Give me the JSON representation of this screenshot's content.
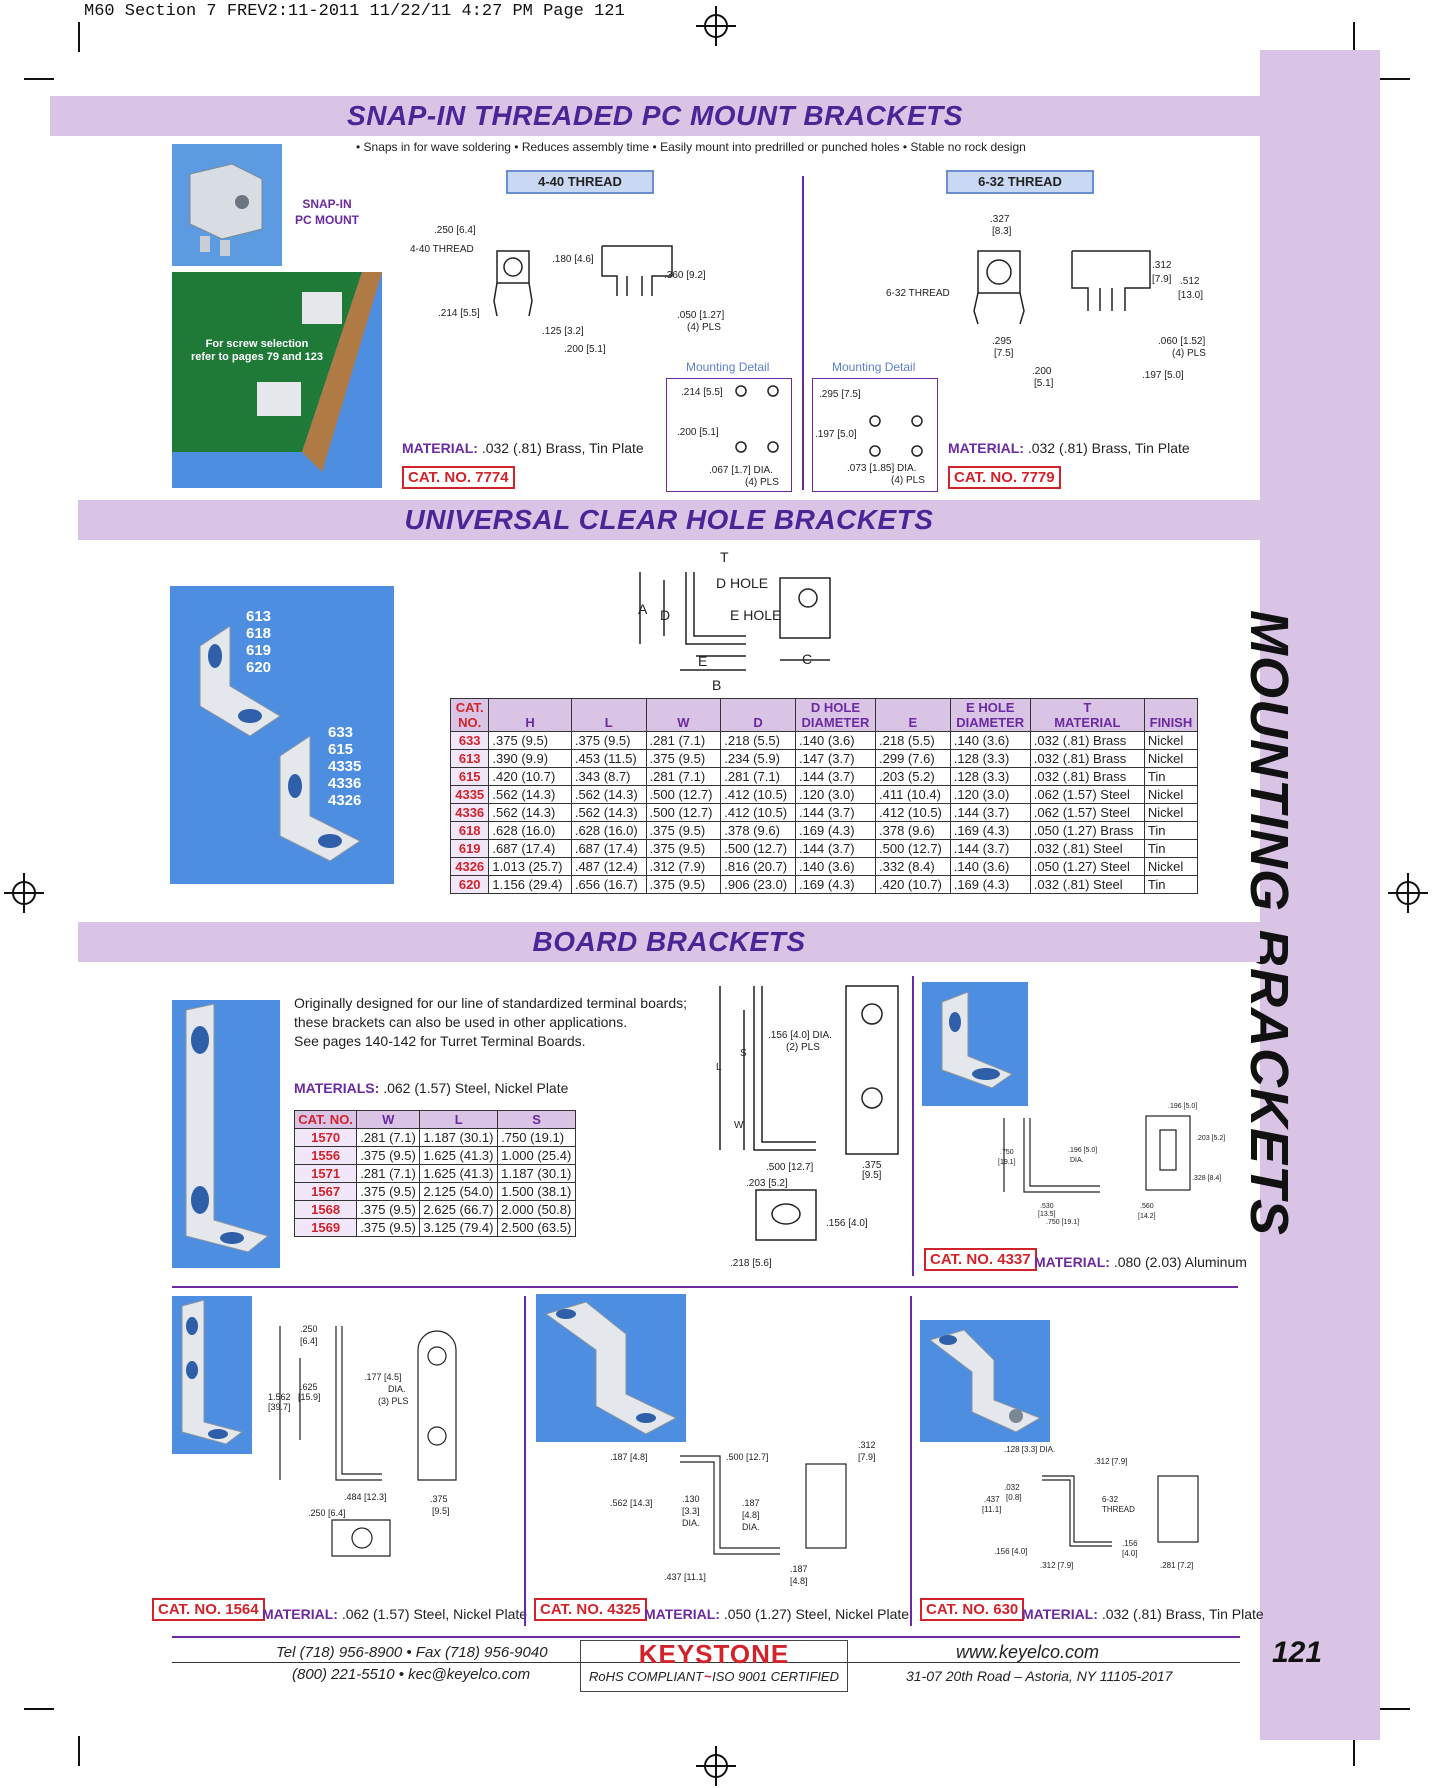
{
  "print_line": "M60 Section 7 FREV2:11-2011  11/22/11  4:27 PM  Page 121",
  "side_title": "MOUNTING BRACKETS",
  "page_number": "121",
  "section1": {
    "title": "SNAP-IN THREADED PC MOUNT BRACKETS",
    "features": "• Snaps in for wave soldering • Reduces assembly time • Easily mount into predrilled or punched holes • Stable no rock design",
    "photo_label": "SNAP-IN\nPC MOUNT",
    "photo2_label": "For screw selection\nrefer to pages 79 and 123",
    "left": {
      "thread": "4-40 THREAD",
      "dims": {
        "a": ".250 [6.4]",
        "b": "4-40 THREAD",
        "c": ".180 [4.6]",
        "d": ".360 [9.2]",
        "e": ".214 [5.5]",
        "f": ".050 [1.27]",
        "g": "(4) PLS",
        "h": ".125 [3.2]",
        "i": ".200 [5.1]"
      },
      "mounting_title": "Mounting Detail",
      "mount": {
        "a": ".214 [5.5]",
        "b": ".200 [5.1]",
        "c": ".067 [1.7] DIA.",
        "d": "(4) PLS"
      },
      "material_label": "MATERIAL:",
      "material": ".032 (.81) Brass, Tin Plate",
      "cat": "CAT. NO. 7774"
    },
    "right": {
      "thread": "6-32 THREAD",
      "dims": {
        "a": ".327",
        "b": "[8.3]",
        "c": "6-32 THREAD",
        "d": ".312",
        "e": "[7.9]",
        "f": ".512",
        "g": "[13.0]",
        "h": ".295",
        "i": "[7.5]",
        "j": ".060 [1.52]",
        "k": "(4) PLS",
        "l": ".200",
        "m": "[5.1]",
        "n": ".197 [5.0]"
      },
      "mounting_title": "Mounting Detail",
      "mount": {
        "a": ".295 [7.5]",
        "b": ".197 [5.0]",
        "c": ".073 [1.85] DIA.",
        "d": "(4) PLS"
      },
      "material_label": "MATERIAL:",
      "material": ".032 (.81) Brass, Tin Plate",
      "cat": "CAT. NO. 7779"
    }
  },
  "section2": {
    "title": "UNIVERSAL CLEAR HOLE BRACKETS",
    "photo_labels_a": "613\n618\n619\n620",
    "photo_labels_b": "633\n615\n4335\n4336\n4326",
    "diagram": {
      "t": "T",
      "d_hole": "D HOLE",
      "a": "A",
      "d": "D",
      "e_hole": "E HOLE",
      "e": "E",
      "b": "B",
      "c": "C"
    },
    "headers": [
      "CAT.\nNO.",
      "H",
      "L",
      "W",
      "D",
      "D HOLE\nDIAMETER",
      "E",
      "E HOLE\nDIAMETER",
      "T\nMATERIAL",
      "FINISH"
    ],
    "rows": [
      [
        "633",
        ".375  (9.5)",
        ".375  (9.5)",
        ".281  (7.1)",
        ".218  (5.5)",
        ".140  (3.6)",
        ".218  (5.5)",
        ".140  (3.6)",
        ".032  (.81)     Brass",
        "Nickel"
      ],
      [
        "613",
        ".390  (9.9)",
        ".453  (11.5)",
        ".375  (9.5)",
        ".234  (5.9)",
        ".147  (3.7)",
        ".299  (7.6)",
        ".128  (3.3)",
        ".032  (.81)     Brass",
        "Nickel"
      ],
      [
        "615",
        ".420  (10.7)",
        ".343  (8.7)",
        ".281  (7.1)",
        ".281  (7.1)",
        ".144  (3.7)",
        ".203  (5.2)",
        ".128  (3.3)",
        ".032  (.81)     Brass",
        "Tin"
      ],
      [
        "4335",
        ".562  (14.3)",
        ".562  (14.3)",
        ".500  (12.7)",
        ".412  (10.5)",
        ".120  (3.0)",
        ".411  (10.4)",
        ".120  (3.0)",
        ".062  (1.57)  Steel",
        "Nickel"
      ],
      [
        "4336",
        ".562  (14.3)",
        ".562  (14.3)",
        ".500  (12.7)",
        ".412  (10.5)",
        ".144  (3.7)",
        ".412  (10.5)",
        ".144  (3.7)",
        ".062  (1.57)  Steel",
        "Nickel"
      ],
      [
        "618",
        ".628  (16.0)",
        ".628  (16.0)",
        ".375  (9.5)",
        ".378  (9.6)",
        ".169  (4.3)",
        ".378  (9.6)",
        ".169  (4.3)",
        ".050  (1.27)  Brass",
        "Tin"
      ],
      [
        "619",
        ".687  (17.4)",
        ".687  (17.4)",
        ".375  (9.5)",
        ".500  (12.7)",
        ".144  (3.7)",
        ".500  (12.7)",
        ".144  (3.7)",
        ".032  (.81)     Steel",
        "Tin"
      ],
      [
        "4326",
        "1.013  (25.7)",
        ".487  (12.4)",
        ".312  (7.9)",
        ".816  (20.7)",
        ".140  (3.6)",
        ".332  (8.4)",
        ".140  (3.6)",
        ".050  (1.27)  Steel",
        "Nickel"
      ],
      [
        "620",
        "1.156  (29.4)",
        ".656  (16.7)",
        ".375  (9.5)",
        ".906  (23.0)",
        ".169  (4.3)",
        ".420  (10.7)",
        ".169  (4.3)",
        ".032  (.81)     Steel",
        "Tin"
      ]
    ]
  },
  "section3": {
    "title": "BOARD BRACKETS",
    "intro": "Originally designed for our line of standardized terminal boards;\nthese brackets can also be used in other applications.\nSee pages 140-142 for Turret Terminal Boards.",
    "materials_label": "MATERIALS:",
    "materials": ".062 (1.57) Steel, Nickel Plate",
    "headers": [
      "CAT. NO.",
      "W",
      "L",
      "S"
    ],
    "rows": [
      [
        "1570",
        ".281  (7.1)",
        "1.187  (30.1)",
        ".750  (19.1)"
      ],
      [
        "1556",
        ".375  (9.5)",
        "1.625  (41.3)",
        "1.000  (25.4)"
      ],
      [
        "1571",
        ".281  (7.1)",
        "1.625  (41.3)",
        "1.187  (30.1)"
      ],
      [
        "1567",
        ".375  (9.5)",
        "2.125  (54.0)",
        "1.500  (38.1)"
      ],
      [
        "1568",
        ".375  (9.5)",
        "2.625  (66.7)",
        "2.000  (50.8)"
      ],
      [
        "1569",
        ".375  (9.5)",
        "3.125  (79.4)",
        "2.500  (63.5)"
      ]
    ],
    "diag": {
      "s": "S",
      "l": "L",
      "w": "W",
      "hole": ".156 [4.0] DIA.",
      "hole2": "(2) PLS",
      "a": ".500 [12.7]",
      "b": ".375",
      "c": "[9.5]",
      "d": ".203 [5.2]",
      "e": ".156 [4.0]",
      "f": ".218 [5.6]"
    },
    "b4337": {
      "a": ".750",
      "b": "[19.1]",
      "c": ".196 [5.0]",
      "d": "DIA.",
      "e": ".530",
      "f": "[13.5]",
      "g": ".750 [19.1]",
      "h": ".196 [5.0]",
      "i": ".203 [5.2]",
      "j": ".328 [8.4]",
      "k": ".560",
      "l": "[14.2]"
    },
    "cat4337": "CAT. NO. 4337",
    "mat4337_label": "MATERIAL:",
    "mat4337": ".080 (2.03) Aluminum"
  },
  "section4": {
    "b1564": {
      "a": ".250",
      "b": "[6.4]",
      "c": ".625",
      "d": "[15.9]",
      "e": "1.562",
      "f": "[39.7]",
      "g": ".177 [4.5]",
      "h": "DIA.",
      "i": "(3) PLS",
      "j": ".484 [12.3]",
      "k": ".375",
      "l": "[9.5]",
      "m": ".250 [6.4]"
    },
    "cat1564": "CAT. NO. 1564",
    "mat1564_label": "MATERIAL:",
    "mat1564": ".062 (1.57) Steel, Nickel Plate",
    "b4325": {
      "a": ".187 [4.8]",
      "b": ".500 [12.7]",
      "c": ".312",
      "d": "[7.9]",
      "e": ".562 [14.3]",
      "f": ".130",
      "g": "[3.3]",
      "h": "DIA.",
      "i": ".187",
      "j": "[4.8]",
      "k": "DIA.",
      "l": ".187",
      "m": "[4.8]",
      "n": ".437 [11.1]"
    },
    "cat4325": "CAT. NO. 4325",
    "mat4325_label": "MATERIAL:",
    "mat4325": ".050 (1.27) Steel, Nickel Plate",
    "b630": {
      "a": ".128 [3.3] DIA.",
      "b": ".312 [7.9]",
      "c": ".032",
      "d": "[0.8]",
      "e": ".437",
      "f": "[11.1]",
      "g": "6-32",
      "h": "THREAD",
      "i": ".156",
      "j": "[4.0]",
      "k": ".156 [4.0]",
      "l": ".312 [7.9]",
      "m": ".281 [7.2]"
    },
    "cat630": "CAT. NO. 630",
    "mat630_label": "MATERIAL:",
    "mat630": ".032 (.81) Brass, Tin Plate"
  },
  "footer": {
    "tel": "Tel (718) 956-8900  •  Fax (718) 956-9040",
    "phone2": "(800) 221-5510  •  kec@keyelco.com",
    "logo": "KEYSTONE",
    "rohs": "RoHS COMPLIANT",
    "iso": "ISO 9001 CERTIFIED",
    "web": "www.keyelco.com",
    "address": "31-07 20th Road – Astoria, NY  11105-2017"
  },
  "colors": {
    "band": "#d9c4e6",
    "title": "#4b2596",
    "cat_red": "#d2232a",
    "photo_blue": "#3f7fcf"
  }
}
